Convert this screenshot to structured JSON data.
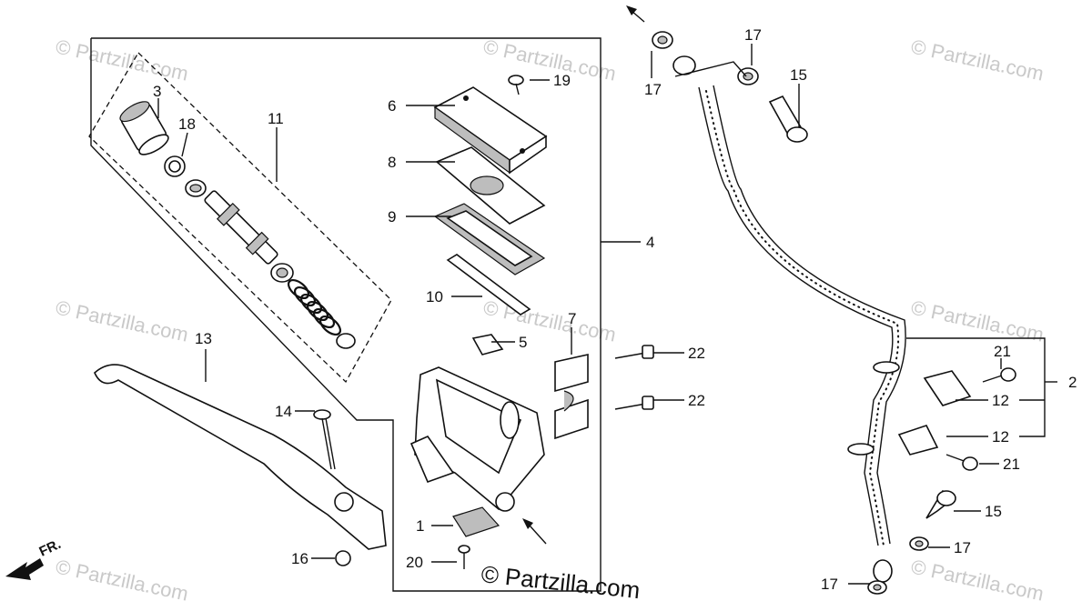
{
  "diagram": {
    "watermark": "© Partzilla.com",
    "copyright": "© Partzilla.com",
    "front_label": "FR.",
    "callouts": [
      "1",
      "2",
      "3",
      "4",
      "5",
      "6",
      "7",
      "8",
      "9",
      "10",
      "11",
      "12",
      "12",
      "13",
      "14",
      "15",
      "15",
      "16",
      "17",
      "17",
      "17",
      "17",
      "18",
      "19",
      "20",
      "21",
      "21",
      "22",
      "22"
    ]
  }
}
